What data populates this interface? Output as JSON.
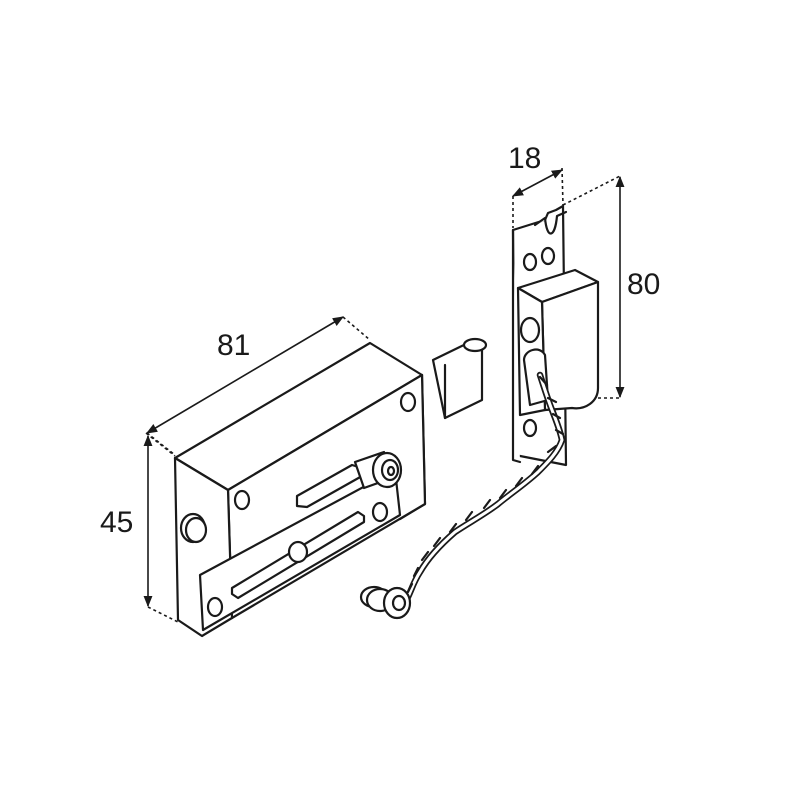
{
  "dimensions": {
    "width": "81",
    "height": "45",
    "plate_width": "18",
    "plate_height": "80"
  },
  "colors": {
    "line": "#1a1a1a",
    "background": "#ffffff"
  }
}
